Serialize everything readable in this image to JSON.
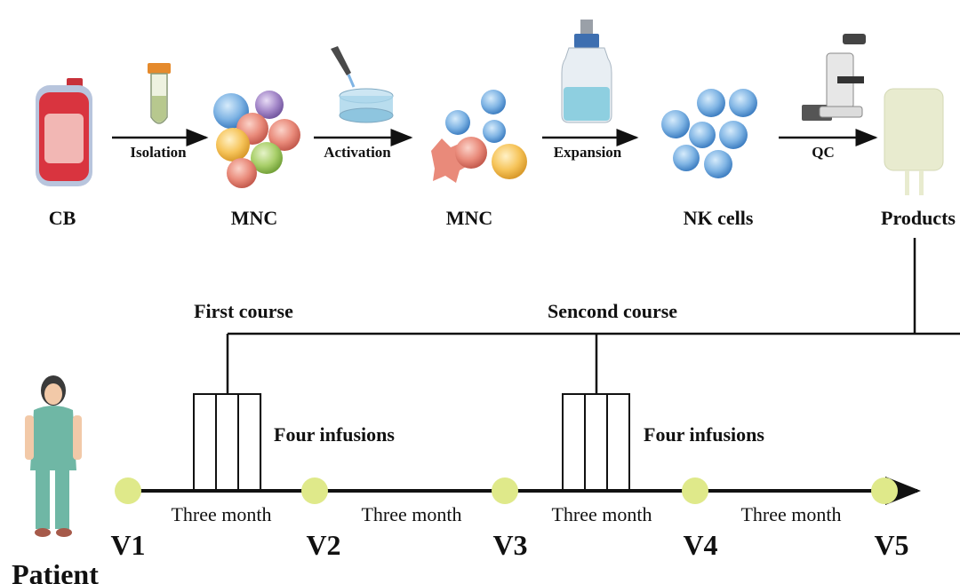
{
  "steps": {
    "cb": "CB",
    "mnc1": "MNC",
    "mnc2": "MNC",
    "nk": "NK cells",
    "products": "Products"
  },
  "arrows": {
    "isolation": "Isolation",
    "activation": "Activation",
    "expansion": "Expansion",
    "qc": "QC"
  },
  "courses": {
    "first": "First course",
    "second": "Sencond course",
    "infusions_first": "Four infusions",
    "infusions_second": "Four infusions"
  },
  "timeline": {
    "intervals": [
      "Three month",
      "Three month",
      "Three month",
      "Three month"
    ],
    "visits": [
      "V1",
      "V2",
      "V3",
      "V4",
      "V5"
    ]
  },
  "patient_label": "Patient",
  "colors": {
    "visit_dot": "#dfe98a",
    "blood_bag": "#c8313a",
    "cell_blue": "#5b9bd5",
    "product_bag": "#e8ebcf"
  }
}
